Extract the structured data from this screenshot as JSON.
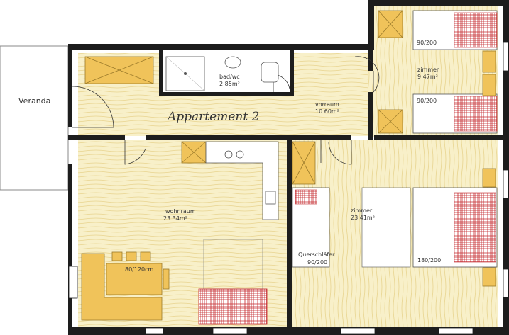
{
  "plan": {
    "title": "Appartement  2",
    "veranda": "Veranda",
    "colors": {
      "floor": "#f8f0c9",
      "grain": "#e8d48f",
      "wall": "#1d1d1d",
      "furniture": "#f0c35a",
      "furniture_stroke": "#9a7a2a",
      "rug": "#c4262b"
    },
    "rooms": [
      {
        "id": "bad",
        "name": "bad/wc",
        "area": "2.85m²"
      },
      {
        "id": "vorraum",
        "name": "vorraum",
        "area": "10.60m²"
      },
      {
        "id": "zimmer1",
        "name": "zimmer",
        "area": "9.47m²"
      },
      {
        "id": "wohnraum",
        "name": "wohnraum",
        "area": "23.34m²"
      },
      {
        "id": "zimmer2",
        "name": "zimmer",
        "area": "23.41m²"
      }
    ],
    "beds": {
      "single_top": "90/200",
      "single_bottom": "90/200",
      "double": "180/200",
      "sofa_name": "Querschläfer",
      "sofa_size": "90/200"
    },
    "table": "80/120cm"
  }
}
